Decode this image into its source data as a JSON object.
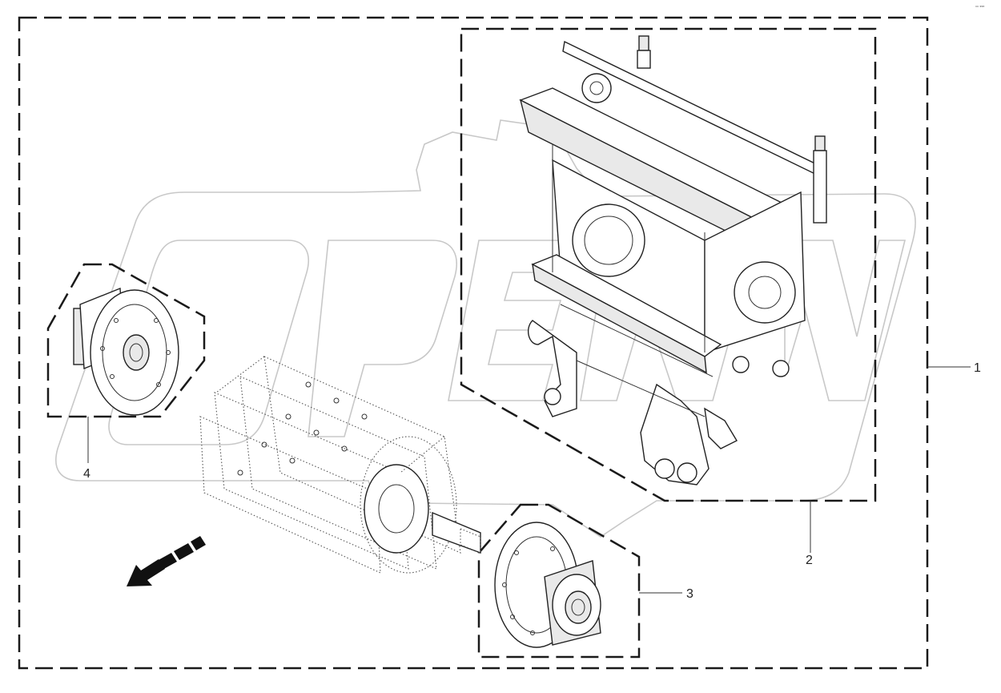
{
  "corner_code": "°° ***",
  "callouts": {
    "assembly": "1",
    "rotor_frame": "2",
    "right_bearing_plate": "3",
    "left_bearing_plate": "4"
  },
  "colors": {
    "line": "#1a1a1a",
    "watermark": "#c8c8c8",
    "background": "#ffffff"
  },
  "icons": {
    "direction": "direction-arrow-icon"
  }
}
